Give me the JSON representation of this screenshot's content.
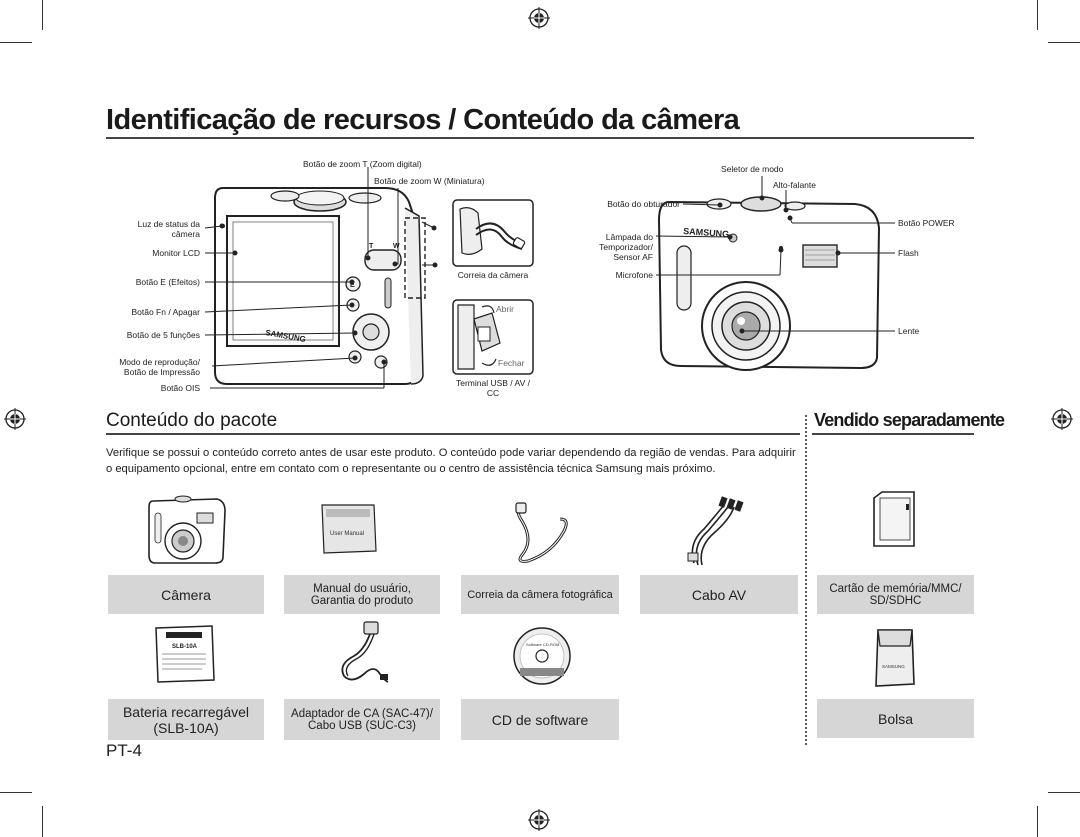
{
  "page": {
    "title": "Identificação de recursos / Conteúdo da câmera",
    "page_number": "PT-4"
  },
  "labels_back": {
    "zoom_t": "Botão de zoom T (Zoom digital)",
    "zoom_w": "Botão de zoom W (Miniatura)",
    "status_light_1": "Luz de status da",
    "status_light_2": "câmera",
    "lcd": "Monitor LCD",
    "e_button": "Botão E (Efeitos)",
    "fn_button": "Botão Fn / Apagar",
    "five_function": "Botão de 5 funções",
    "playback_1": "Modo de reprodução/",
    "playback_2": "Botão de Impressão",
    "ois": "Botão OIS"
  },
  "labels_middle": {
    "strap": "Correia da câmera",
    "open": "Abrir",
    "close": "Fechar",
    "terminal_1": "Terminal USB / AV /",
    "terminal_2": "CC"
  },
  "labels_front": {
    "mode_selector": "Seletor de modo",
    "speaker": "Alto-falante",
    "shutter": "Botão do obturador",
    "power": "Botão POWER",
    "lamp_1": "Lâmpada do",
    "lamp_2": "Temporizador/",
    "lamp_3": "Sensor AF",
    "flash": "Flash",
    "microphone": "Microfone",
    "lens": "Lente"
  },
  "brand": "SAMSUNG",
  "package": {
    "heading": "Conteúdo do pacote",
    "description": "Verifique se possui o conteúdo correto antes de usar este produto. O conteúdo pode variar dependendo da região de vendas. Para adquirir o equipamento opcional, entre em contato com o representante ou o centro de assistência técnica Samsung mais próximo.",
    "items": {
      "camera": "Câmera",
      "manual_1": "Manual do usuário,",
      "manual_2": "Garantia do produto",
      "strap": "Correia da câmera fotográfica",
      "av_cable": "Cabo AV",
      "battery_1": "Bateria recarregável",
      "battery_2": "(SLB-10A)",
      "adapter_1": "Adaptador de CA (SAC-47)/",
      "adapter_2": "Cabo USB (SUC-C3)",
      "cd": "CD de software"
    },
    "manual_cover": "User Manual",
    "battery_text": "SLB-10A",
    "cd_text": "Software CD-ROM"
  },
  "sold_separately": {
    "heading": "Vendido separadamente",
    "memory_1": "Cartão de memória/MMC/",
    "memory_2": "SD/SDHC",
    "pouch": "Bolsa"
  }
}
